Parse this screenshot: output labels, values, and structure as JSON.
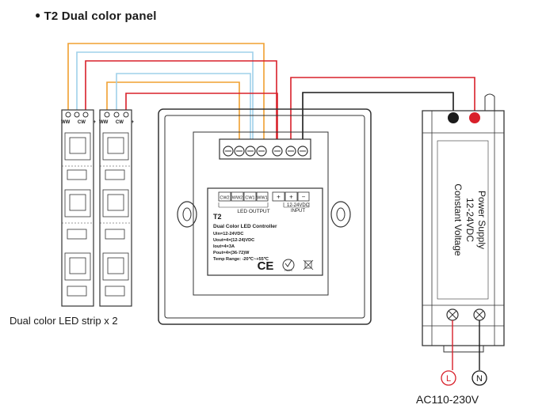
{
  "title": "T2  Dual color panel",
  "strips": {
    "caption": "Dual color LED strip x 2",
    "pin_labels": [
      "WW",
      "CW",
      "+"
    ]
  },
  "controller": {
    "terminals": [
      "CW2",
      "WW2",
      "CW1",
      "WW1",
      "+",
      "+",
      "−"
    ],
    "led_output_label": "LED OUTPUT",
    "input_label_1": "12-24VDC",
    "input_label_2": "INPUT",
    "model": "T2",
    "name": "Dual Color LED Controller",
    "specs": [
      "Uin=12-24VDC",
      "Uout=4×(12-24)VDC",
      "Iout=4×3A",
      "Pout=4×(36-72)W",
      "Temp Range: -20℃~+55℃"
    ],
    "marks": [
      "CE",
      "RoHS"
    ]
  },
  "psu": {
    "lines": [
      "Power Supply",
      "12-24VDC",
      "Constant Voltage"
    ],
    "ac_terminals": [
      "L",
      "N"
    ],
    "ac_label": "AC110-230V"
  },
  "colors": {
    "orange": "#F0A030",
    "light_blue": "#9FD0EA",
    "red": "#D8202A",
    "black": "#1a1a1a"
  }
}
